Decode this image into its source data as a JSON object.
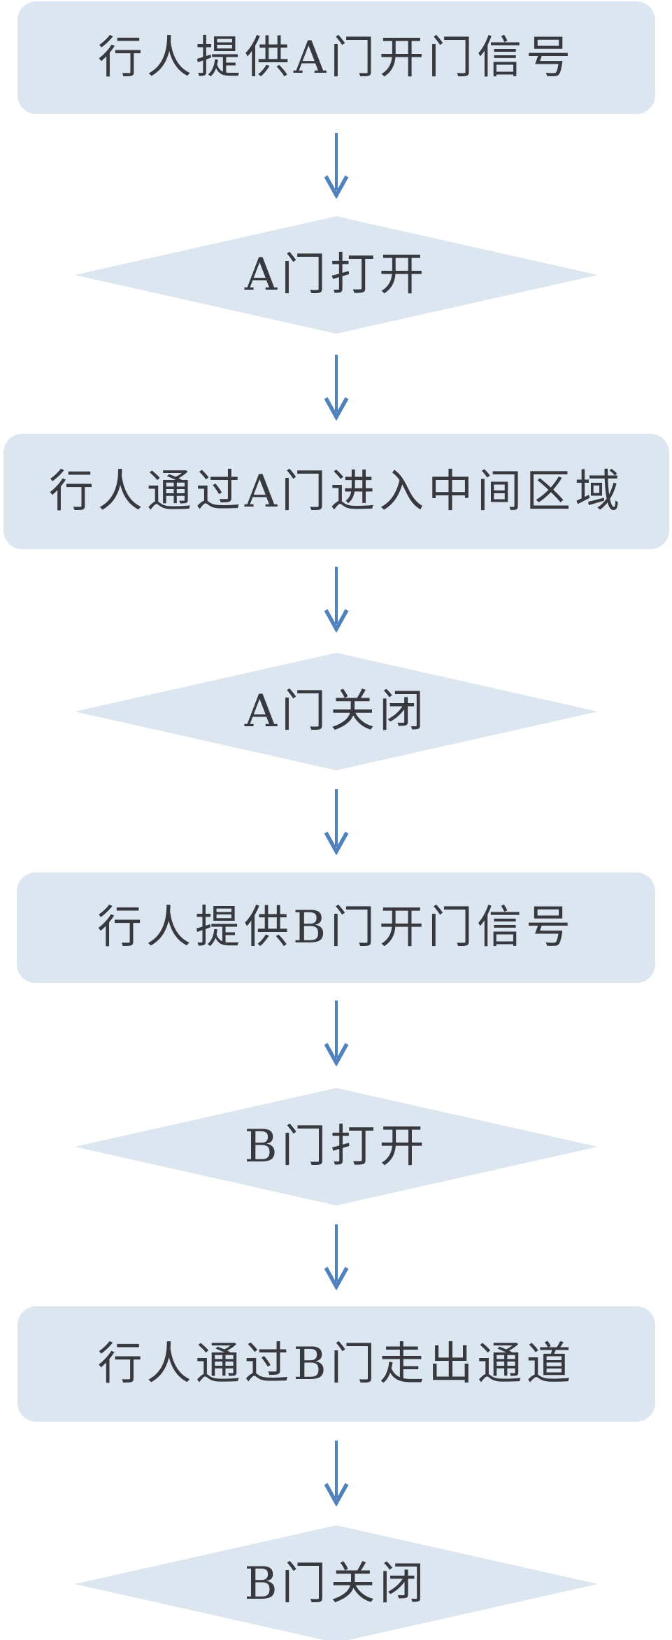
{
  "page": {
    "background": "#ffffff",
    "description_colors": {
      "node_fill": "#dce6f1",
      "node_text": "#37393e",
      "arrow": "#4f81bd"
    }
  },
  "flowchart": {
    "direction": "top-down",
    "steps": [
      {
        "type": "process",
        "label": "行人提供A门开门信号"
      },
      {
        "type": "decision",
        "label": "A门打开"
      },
      {
        "type": "process",
        "label": "行人通过A门进入中间区域"
      },
      {
        "type": "decision",
        "label": "A门关闭"
      },
      {
        "type": "process",
        "label": "行人提供B门开门信号"
      },
      {
        "type": "decision",
        "label": "B门打开"
      },
      {
        "type": "process",
        "label": "行人通过B门走出通道"
      },
      {
        "type": "decision",
        "label": "B门关闭"
      }
    ],
    "connector_count": 7
  }
}
